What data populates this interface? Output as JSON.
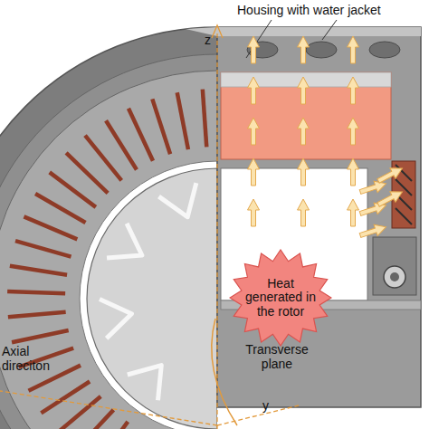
{
  "diagram": {
    "nodes": [
      {
        "text": [
          "Heat generated in the rotor"
        ]
      }
    ],
    "labels": [
      "Housing with water jacket",
      "Transverse plane",
      "Axial direciton",
      "z",
      "y"
    ]
  }
}
